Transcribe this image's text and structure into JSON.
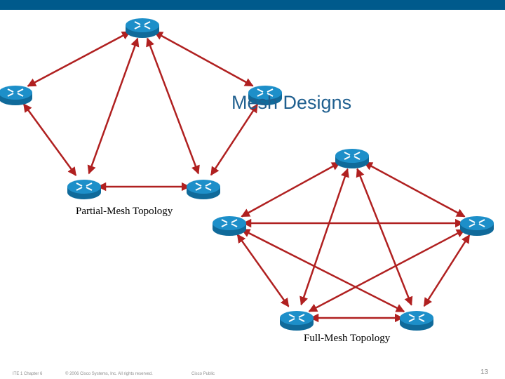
{
  "slide": {
    "title": "Mesh Designs",
    "accent_color": "#005a8c",
    "link_color": "#b02020",
    "router_color": "#1d8fc9"
  },
  "diagram": {
    "partial_mesh": {
      "caption": "Partial-Mesh Topology",
      "nodes": [
        "router-top",
        "router-left",
        "router-right",
        "router-bottom-left",
        "router-bottom-right"
      ],
      "links": [
        [
          "router-top",
          "router-left"
        ],
        [
          "router-top",
          "router-right"
        ],
        [
          "router-top",
          "router-bottom-left"
        ],
        [
          "router-top",
          "router-bottom-right"
        ],
        [
          "router-left",
          "router-bottom-left"
        ],
        [
          "router-bottom-left",
          "router-bottom-right"
        ],
        [
          "router-right",
          "router-bottom-right"
        ]
      ]
    },
    "full_mesh": {
      "caption": "Full-Mesh Topology",
      "nodes": [
        "router-top",
        "router-left",
        "router-right",
        "router-bottom-left",
        "router-bottom-right"
      ],
      "links": [
        [
          "router-top",
          "router-left"
        ],
        [
          "router-top",
          "router-right"
        ],
        [
          "router-top",
          "router-bottom-left"
        ],
        [
          "router-top",
          "router-bottom-right"
        ],
        [
          "router-left",
          "router-right"
        ],
        [
          "router-left",
          "router-bottom-left"
        ],
        [
          "router-left",
          "router-bottom-right"
        ],
        [
          "router-right",
          "router-bottom-left"
        ],
        [
          "router-right",
          "router-bottom-right"
        ],
        [
          "router-bottom-left",
          "router-bottom-right"
        ]
      ]
    }
  },
  "footer": {
    "course": "ITE 1 Chapter 6",
    "copyright": "© 2006 Cisco Systems, Inc. All rights reserved.",
    "classification": "Cisco Public",
    "page_number": "13"
  }
}
